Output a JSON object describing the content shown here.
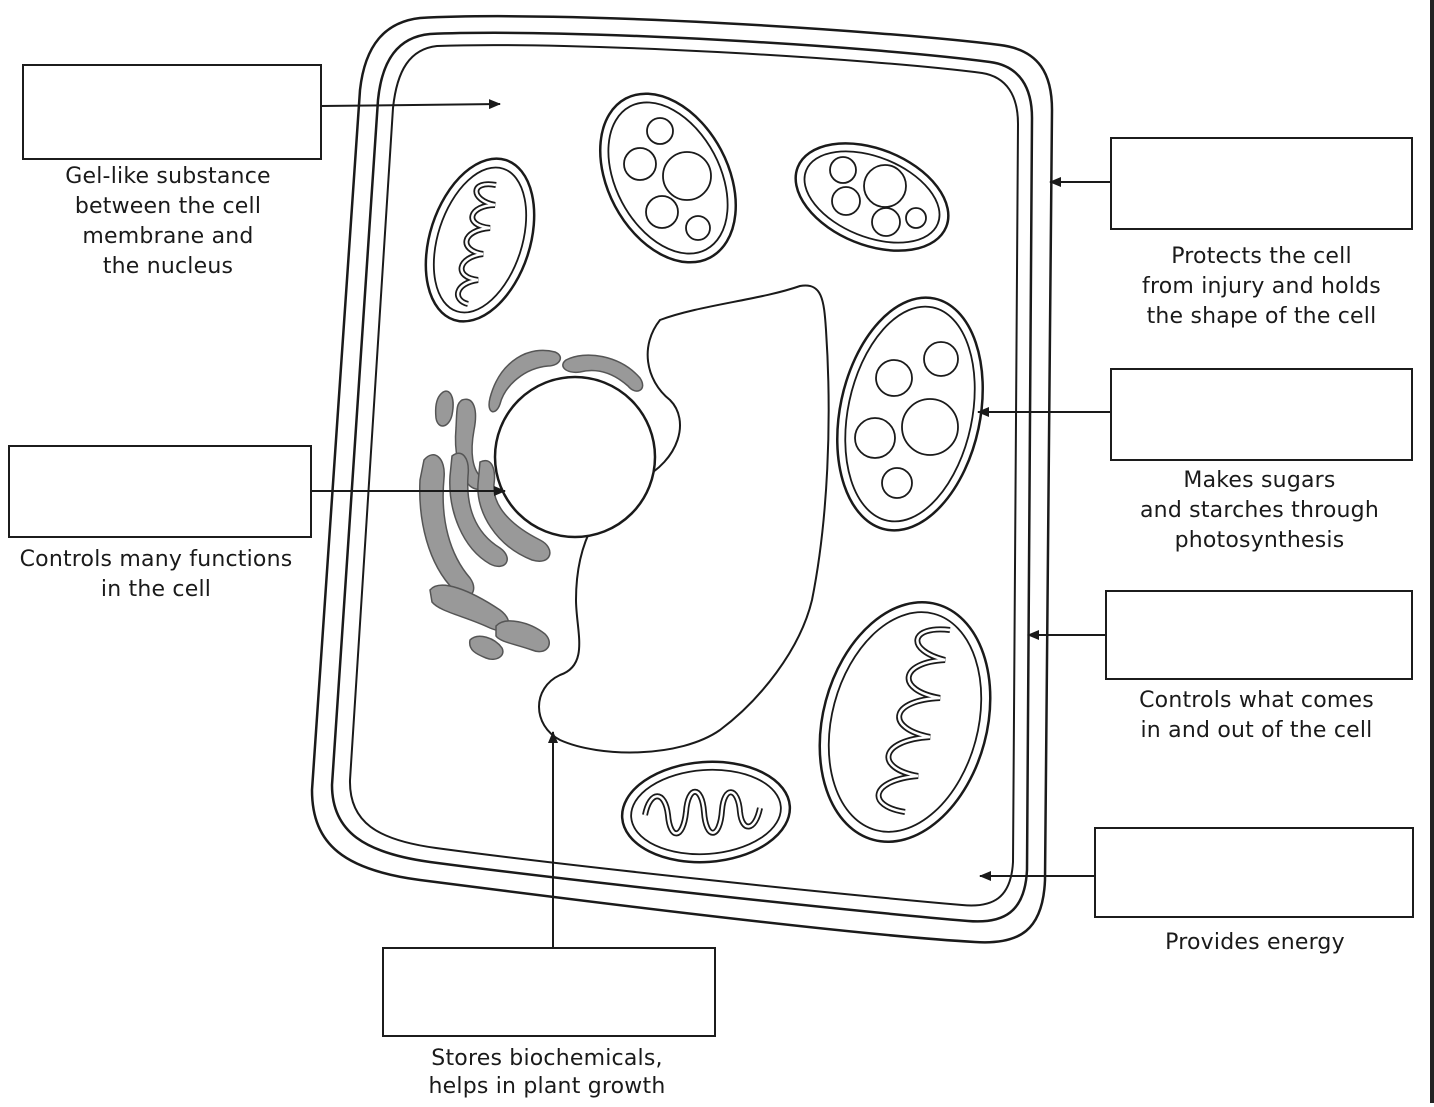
{
  "labels": [
    {
      "id": "cytoplasm",
      "caption": "Gel-like substance\nbetween the cell\nmembrane and\nthe nucleus"
    },
    {
      "id": "nucleus",
      "caption": "Controls many functions\nin the cell"
    },
    {
      "id": "cell-wall",
      "caption": "Protects the cell\nfrom injury and holds\nthe shape of the cell"
    },
    {
      "id": "chloroplast",
      "caption": "Makes sugars\nand starches through\nphotosynthesis"
    },
    {
      "id": "cell-membrane",
      "caption": "Controls what comes\nin and out of the cell"
    },
    {
      "id": "mitochondrion",
      "caption": "Provides energy"
    },
    {
      "id": "vacuole",
      "caption": "Stores biochemicals,\nhelps in plant growth"
    }
  ]
}
